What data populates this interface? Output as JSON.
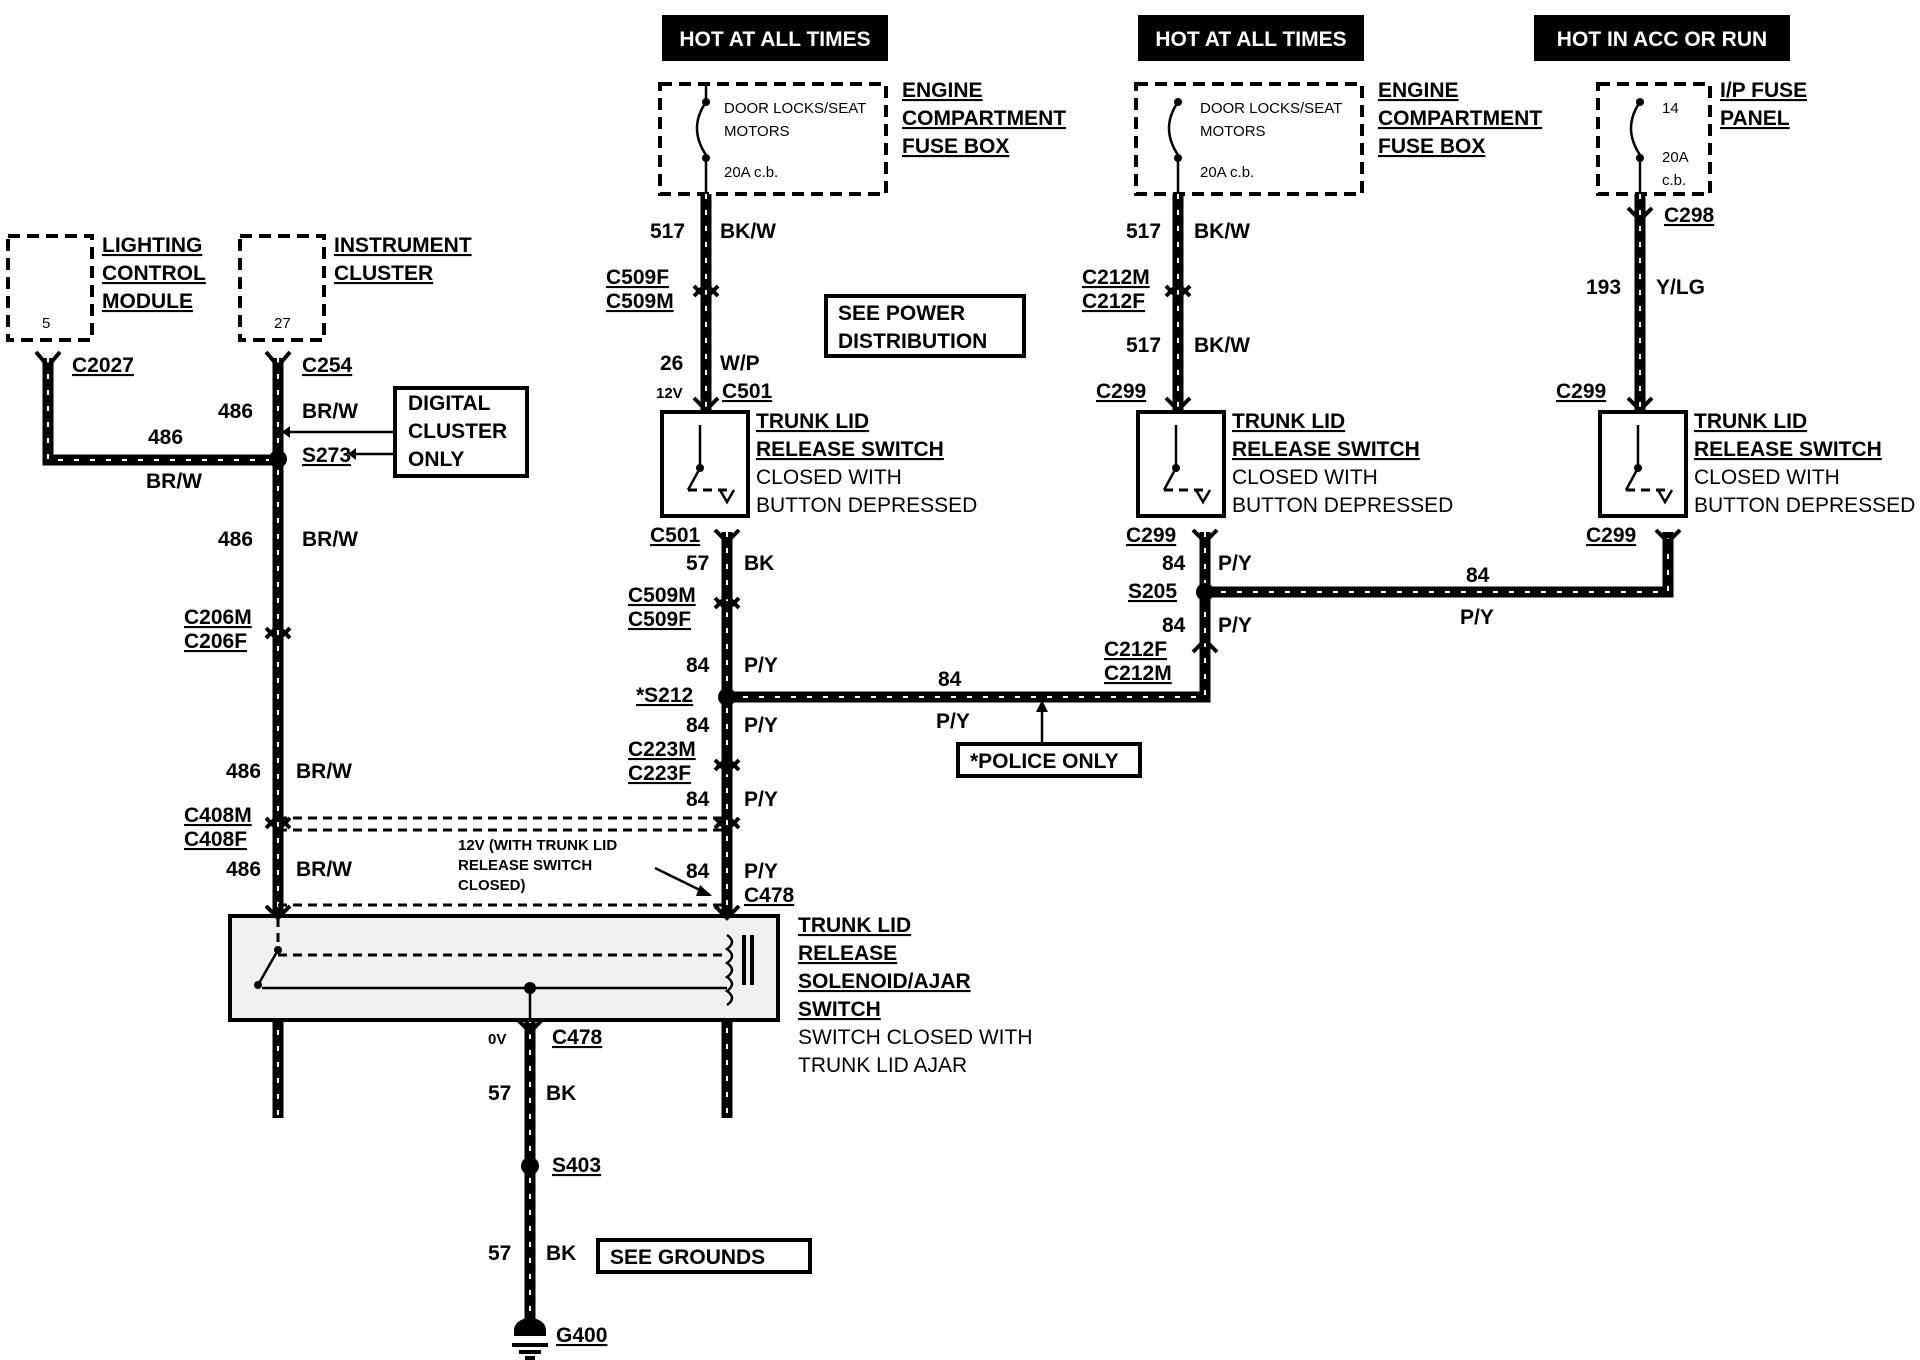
{
  "headers": {
    "hot_at_all_times_1": "HOT AT ALL TIMES",
    "hot_at_all_times_2": "HOT AT ALL TIMES",
    "hot_in_acc_or_run": "HOT IN ACC OR RUN"
  },
  "fuse_boxes": {
    "ecfb1": {
      "circuit": "DOOR LOCKS/SEAT",
      "circuit2": "MOTORS",
      "rating": "20A c.b.",
      "name1": "ENGINE",
      "name2": "COMPARTMENT",
      "name3": "FUSE BOX"
    },
    "ecfb2": {
      "circuit": "DOOR LOCKS/SEAT",
      "circuit2": "MOTORS",
      "rating": "20A c.b.",
      "name1": "ENGINE",
      "name2": "COMPARTMENT",
      "name3": "FUSE BOX"
    },
    "ip": {
      "fuse_no": "14",
      "rating1": "20A",
      "rating2": "c.b.",
      "name1": "I/P FUSE",
      "name2": "PANEL"
    }
  },
  "modules": {
    "lcm": {
      "name1": "LIGHTING",
      "name2": "CONTROL",
      "name3": "MODULE",
      "pin": "5",
      "connector": "C2027"
    },
    "ic": {
      "name1": "INSTRUMENT",
      "name2": "CLUSTER",
      "pin": "27",
      "connector": "C254"
    }
  },
  "wires": {
    "w486": "486",
    "w486_color": "BR/W",
    "w517": "517",
    "w517_color": "BK/W",
    "w26": "26",
    "w26_color": "W/P",
    "w57": "57",
    "w57_color": "BK",
    "w84": "84",
    "w84_color": "P/Y",
    "w193": "193",
    "w193_color": "Y/LG"
  },
  "connectors": {
    "c509f": "C509F",
    "c509m": "C509M",
    "c501": "C501",
    "c212m": "C212M",
    "c212f": "C212F",
    "c299": "C299",
    "c298": "C298",
    "c206m": "C206M",
    "c206f": "C206F",
    "c223m": "C223M",
    "c223f": "C223F",
    "c408m": "C408M",
    "c408f": "C408F",
    "c478": "C478"
  },
  "splices": {
    "s273": "S273",
    "s212": "*S212",
    "s205": "S205",
    "s403": "S403"
  },
  "ground": "G400",
  "voltages": {
    "v12": "12V",
    "v0": "0V"
  },
  "notes": {
    "digital1": "DIGITAL",
    "digital2": "CLUSTER",
    "digital3": "ONLY",
    "power1": "SEE POWER",
    "power2": "DISTRIBUTION",
    "police": "*POLICE ONLY",
    "grounds": "SEE GROUNDS",
    "twelve1": "12V (WITH TRUNK LID",
    "twelve2": "RELEASE SWITCH",
    "twelve3": "CLOSED)"
  },
  "switches": {
    "trunk_switch": {
      "name1": "TRUNK LID",
      "name2": "RELEASE SWITCH",
      "desc1": "CLOSED WITH",
      "desc2": "BUTTON DEPRESSED"
    }
  },
  "solenoid": {
    "name1": "TRUNK LID",
    "name2": "RELEASE",
    "name3": "SOLENOID/AJAR",
    "name4": "SWITCH",
    "desc1": "SWITCH CLOSED WITH",
    "desc2": "TRUNK LID AJAR"
  }
}
